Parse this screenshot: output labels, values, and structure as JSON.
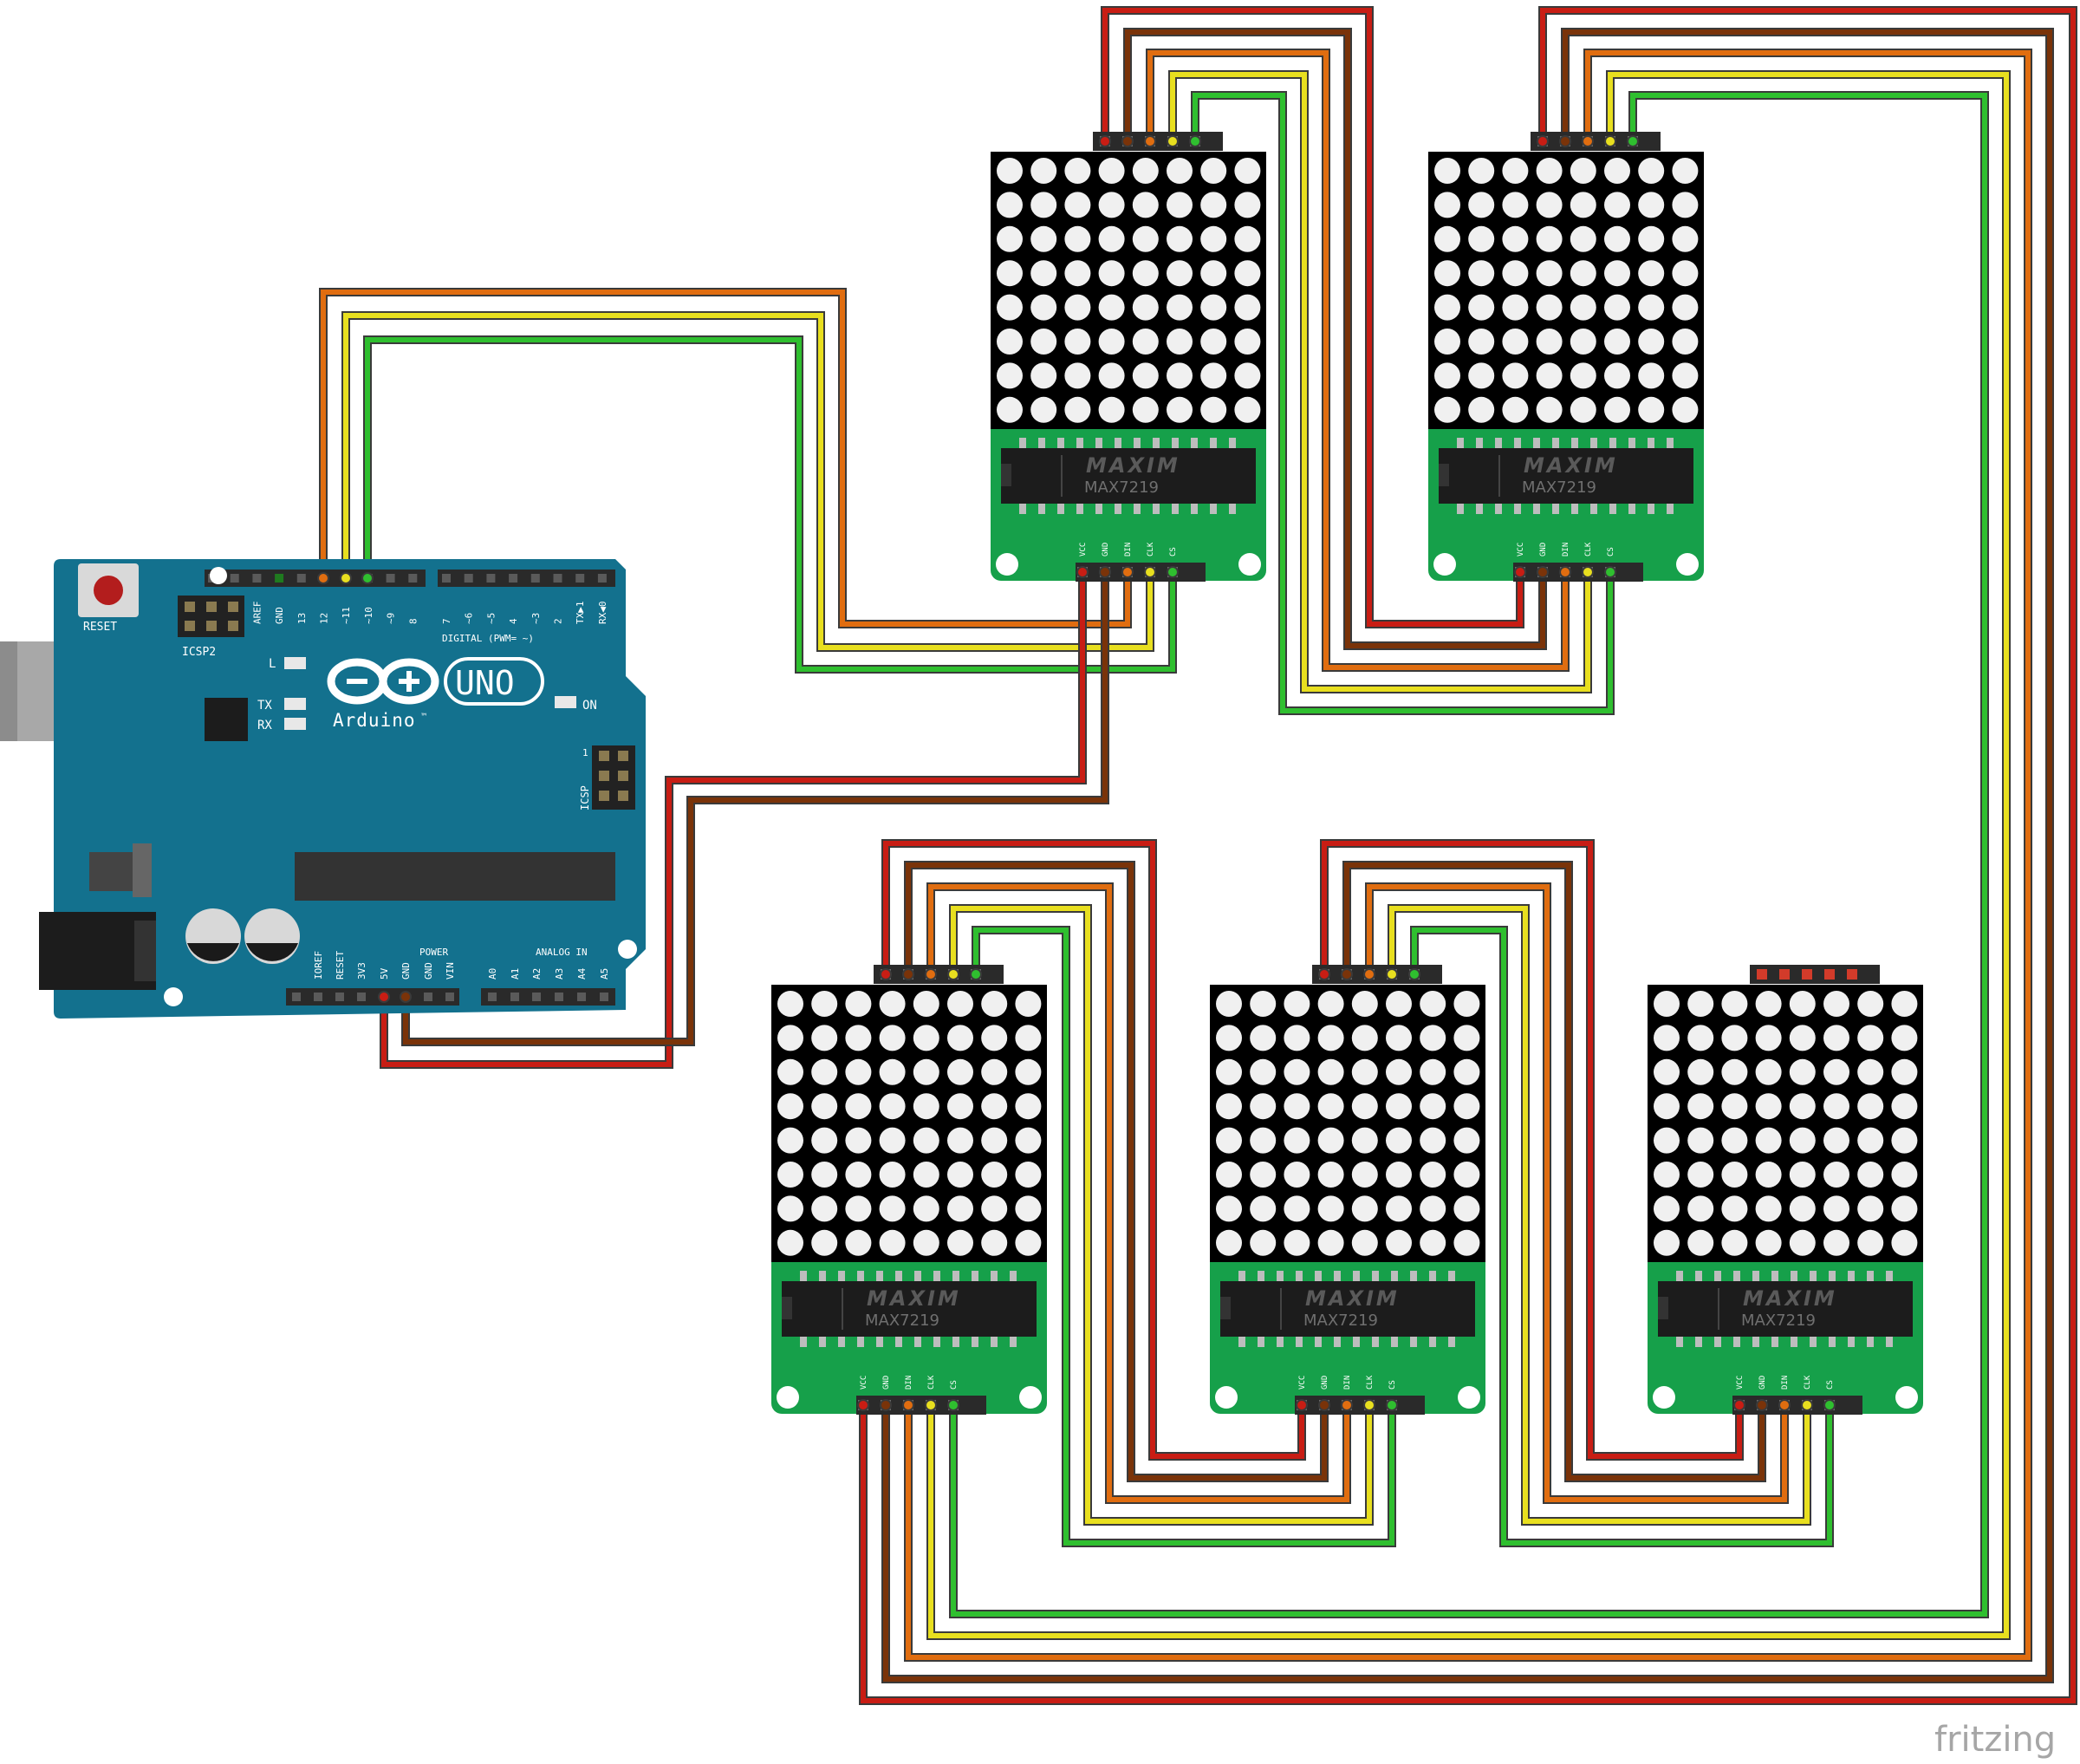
{
  "diagram": {
    "colors": {
      "vcc": "#c81d14",
      "gnd": "#7a3309",
      "din": "#e06d10",
      "clk": "#e8df1f",
      "cs": "#2fbf2f",
      "arduino_board": "#13718e",
      "module_pcb": "#16a04a",
      "led_matrix": "#000000",
      "led_dot": "#f0f0f0",
      "chip": "#1c1c1c"
    },
    "arduino": {
      "reset_label": "RESET",
      "icsp2_label": "ICSP2",
      "icsp_label": "ICSP",
      "icsp_pin1": "1",
      "l_label": "L",
      "tx_label": "TX",
      "rx_label": "RX",
      "on_label": "ON",
      "logo_text": "Arduino",
      "tm": "™",
      "model": "UNO",
      "digital_label": "DIGITAL (PWM= ~)",
      "power_label": "POWER",
      "analog_label": "ANALOG IN",
      "top_header_pins": [
        "AREF",
        "GND",
        "13",
        "12",
        "~11",
        "~10",
        "~9",
        "8",
        "7",
        "~6",
        "~5",
        "4",
        "~3",
        "2",
        "TX▶1",
        "RX◀0"
      ],
      "power_pins": [
        "IOREF",
        "RESET",
        "3V3",
        "5V",
        "GND",
        "GND",
        "VIN"
      ],
      "analog_pins": [
        "A0",
        "A1",
        "A2",
        "A3",
        "A4",
        "A5"
      ]
    },
    "module": {
      "chip_brand": "MAXIM",
      "chip_part": "MAX7219",
      "pins": [
        "VCC",
        "GND",
        "DIN",
        "CLK",
        "CS"
      ],
      "matrix_rows": 8,
      "matrix_cols": 8
    },
    "watermark": "fritzing"
  }
}
